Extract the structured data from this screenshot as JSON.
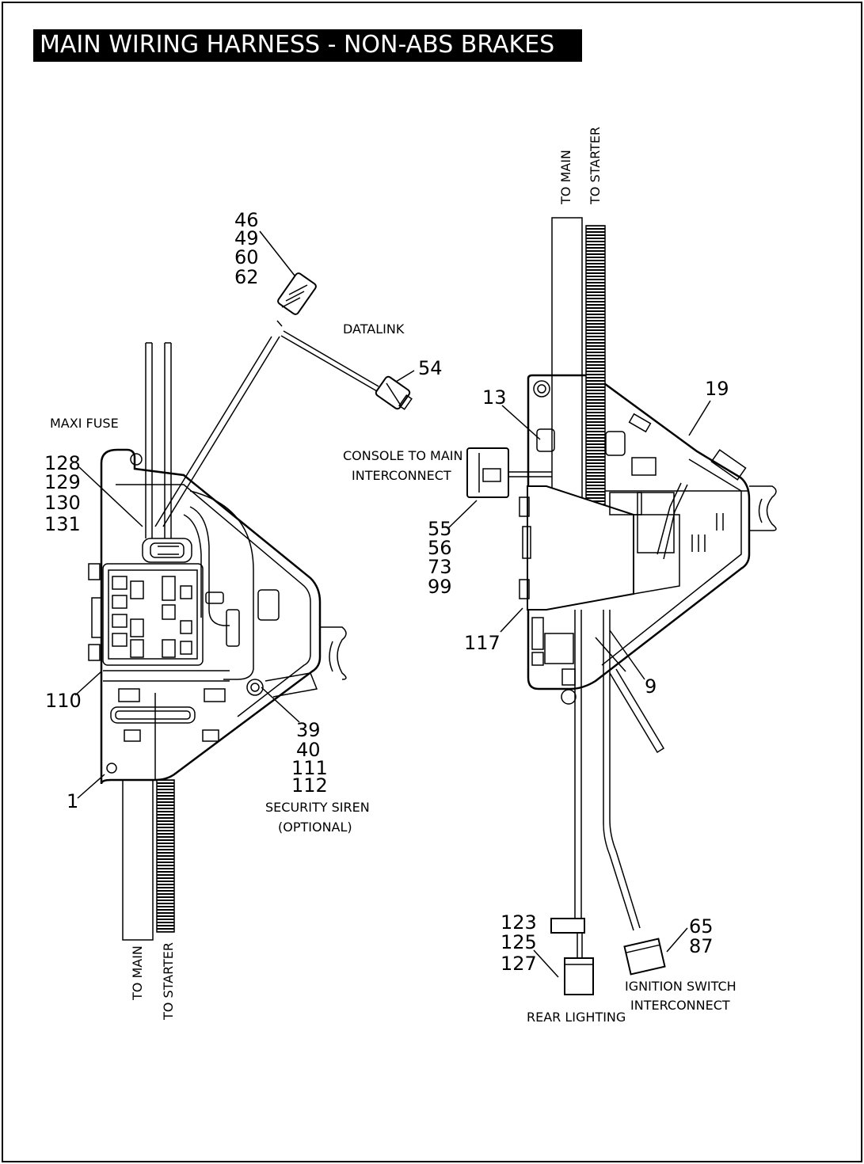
{
  "title": "MAIN WIRING HARNESS - NON-ABS BRAKES",
  "callouts": {
    "c1": [
      "46",
      "49",
      "60",
      "62"
    ],
    "c2": [
      "54"
    ],
    "c3": [
      "13"
    ],
    "c4": [
      "19"
    ],
    "c5": [
      "128",
      "129",
      "130",
      "131"
    ],
    "c6": [
      "55",
      "56",
      "73",
      "99"
    ],
    "c7": [
      "117"
    ],
    "c8": [
      "9"
    ],
    "c9": [
      "110"
    ],
    "c10": [
      "39",
      "40",
      "111",
      "112"
    ],
    "c11": [
      "1"
    ],
    "c12": [
      "123",
      "125",
      "127"
    ],
    "c13": [
      "65",
      "87"
    ]
  },
  "labels": {
    "datalink": "DATALINK",
    "maxi_fuse": "MAXI FUSE",
    "console_line1": "CONSOLE TO MAIN",
    "console_line2": "INTERCONNECT",
    "siren_line1": "SECURITY SIREN",
    "siren_line2": "(OPTIONAL)",
    "rear_lighting": "REAR LIGHTING",
    "ignition_line1": "IGNITION SWITCH",
    "ignition_line2": "INTERCONNECT",
    "to_main_top": "TO MAIN",
    "to_starter_top": "TO  STARTER",
    "to_main_bottom": "TO MAIN",
    "to_starter_bottom": "TO STARTER"
  }
}
